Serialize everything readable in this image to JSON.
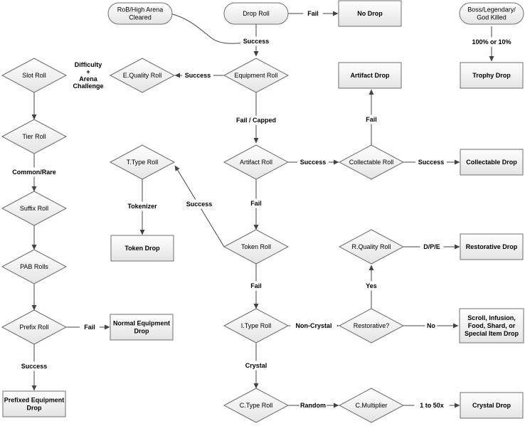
{
  "nodes": [
    {
      "id": "rob",
      "text": "RoB/High Arena\nCleared"
    },
    {
      "id": "drop_roll",
      "text": "Drop Roll"
    },
    {
      "id": "no_drop",
      "text": "No Drop"
    },
    {
      "id": "boss",
      "text": "Boss/Legendary/\nGod Killed"
    },
    {
      "id": "slot_roll",
      "text": "Slot Roll"
    },
    {
      "id": "equality",
      "text": "E.Quality Roll"
    },
    {
      "id": "equip_roll",
      "text": "Equipment Roll"
    },
    {
      "id": "artifact_drop",
      "text": "Artifact Drop",
      "color": "#1a1acc"
    },
    {
      "id": "trophy_drop",
      "text": "Trophy Drop",
      "color": "#5b2c91"
    },
    {
      "id": "tier_roll",
      "text": "Tier Roll"
    },
    {
      "id": "ttype_roll",
      "text": "T.Type Roll"
    },
    {
      "id": "artifact_roll",
      "text": "Artifact Roll"
    },
    {
      "id": "collectable_roll",
      "text": "Collectable Roll"
    },
    {
      "id": "collectable_drop",
      "text": "Collectable Drop",
      "color": "#1a1acc"
    },
    {
      "id": "suffix_roll",
      "text": "Suffix Roll"
    },
    {
      "id": "token_drop",
      "text": "Token Drop",
      "color": "#1f6b2a"
    },
    {
      "id": "token_roll",
      "text": "Token Roll"
    },
    {
      "id": "rquality_roll",
      "text": "R.Quality Roll"
    },
    {
      "id": "restorative_drop",
      "text": "Restorative Drop",
      "color": "#1f8a2a"
    },
    {
      "id": "pab_rolls",
      "text": "PAB Rolls"
    },
    {
      "id": "prefix_roll",
      "text": "Prefix Roll"
    },
    {
      "id": "normal_equip_drop",
      "text": "Normal Equipment\nDrop",
      "color": "#e00000"
    },
    {
      "id": "itype_roll",
      "text": "I.Type Roll"
    },
    {
      "id": "restorative_q",
      "text": "Restorative?"
    },
    {
      "id": "scroll_drop",
      "text": "Scroll, Infusion,\nFood, Shard, or\nSpecial Item Drop",
      "color": "#1f8a2a"
    },
    {
      "id": "prefixed_equip_drop",
      "text": "Prefixed Equipment\nDrop",
      "color": "#e00000"
    },
    {
      "id": "ctype_roll",
      "text": "C.Type Roll"
    },
    {
      "id": "cmultiplier",
      "text": "C.Multiplier"
    },
    {
      "id": "crystal_drop",
      "text": "Crystal Drop",
      "color": "#1f8a2a"
    }
  ],
  "edge_labels": [
    {
      "id": "fail_drop",
      "text": "Fail"
    },
    {
      "id": "success_drop",
      "text": "Success"
    },
    {
      "id": "boss_pct",
      "text": "100% or 10%"
    },
    {
      "id": "success_equality",
      "text": "Success"
    },
    {
      "id": "difficulty",
      "text": "Difficulty\n+\nArena\nChallenge"
    },
    {
      "id": "fail_capped",
      "text": "Fail / Capped"
    },
    {
      "id": "fail_collectable",
      "text": "Fail"
    },
    {
      "id": "success_artifact",
      "text": "Success"
    },
    {
      "id": "success_collectable",
      "text": "Success"
    },
    {
      "id": "common_rare",
      "text": "Common/Rare"
    },
    {
      "id": "tokenizer",
      "text": "Tokenizer"
    },
    {
      "id": "success_token",
      "text": "Success"
    },
    {
      "id": "fail_artifact",
      "text": "Fail"
    },
    {
      "id": "dpe",
      "text": "D/P/E"
    },
    {
      "id": "fail_token",
      "text": "Fail"
    },
    {
      "id": "yes",
      "text": "Yes"
    },
    {
      "id": "fail_prefix",
      "text": "Fail"
    },
    {
      "id": "non_crystal",
      "text": "Non-Crystal"
    },
    {
      "id": "no",
      "text": "No"
    },
    {
      "id": "success_prefix",
      "text": "Success"
    },
    {
      "id": "crystal",
      "text": "Crystal"
    },
    {
      "id": "random",
      "text": "Random"
    },
    {
      "id": "one_to_50",
      "text": "1 to 50x"
    }
  ]
}
